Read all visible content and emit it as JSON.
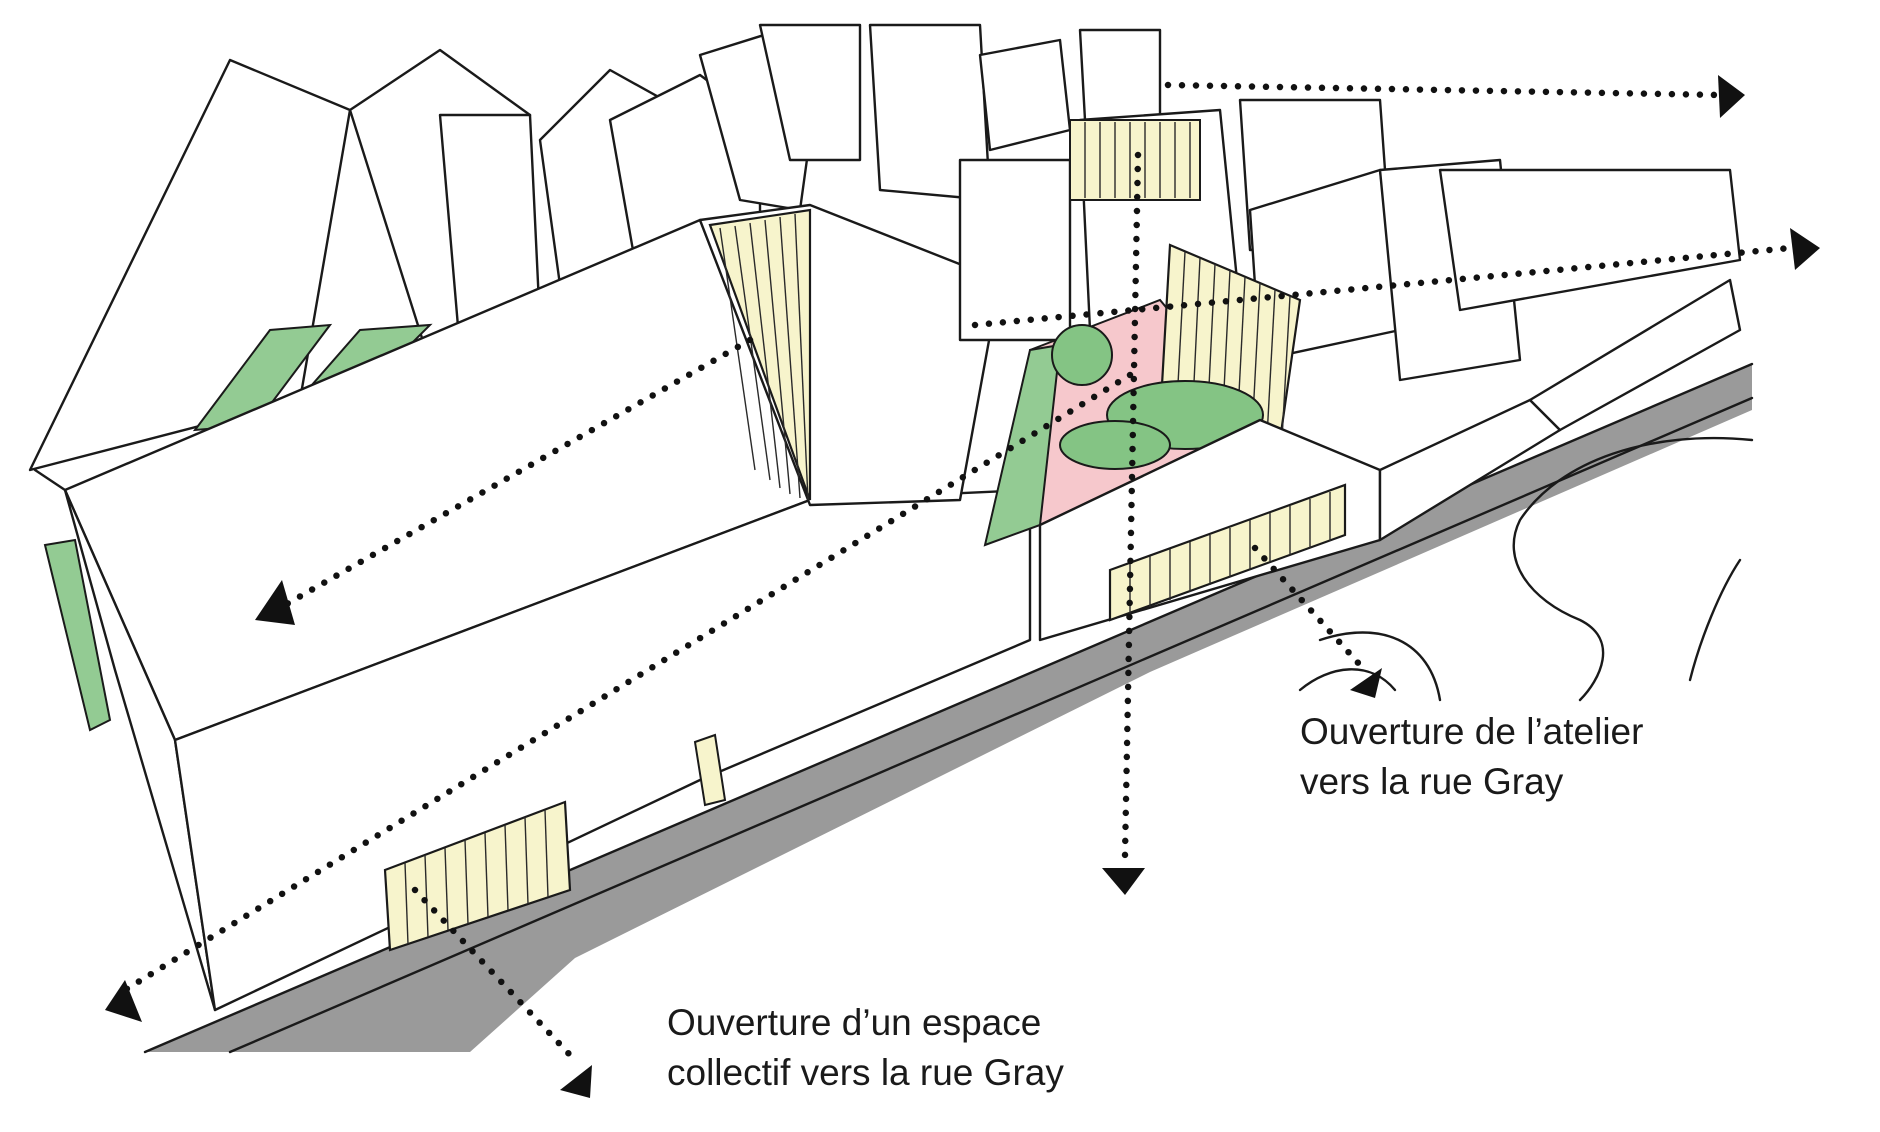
{
  "annotations": {
    "atelier": {
      "line1": "Ouverture de l’atelier",
      "line2": "vers la rue Gray"
    },
    "collectif": {
      "line1": "Ouverture d’un espace",
      "line2": "collectif vers la rue Gray"
    }
  },
  "colors": {
    "street": "#9a9a9a",
    "green_space": "#93cb93",
    "courtyard": "#f6c8cc",
    "glazing": "#f7f4cc",
    "tree": "#84c484",
    "ink": "#1a1a1a",
    "arrow": "#111111"
  }
}
